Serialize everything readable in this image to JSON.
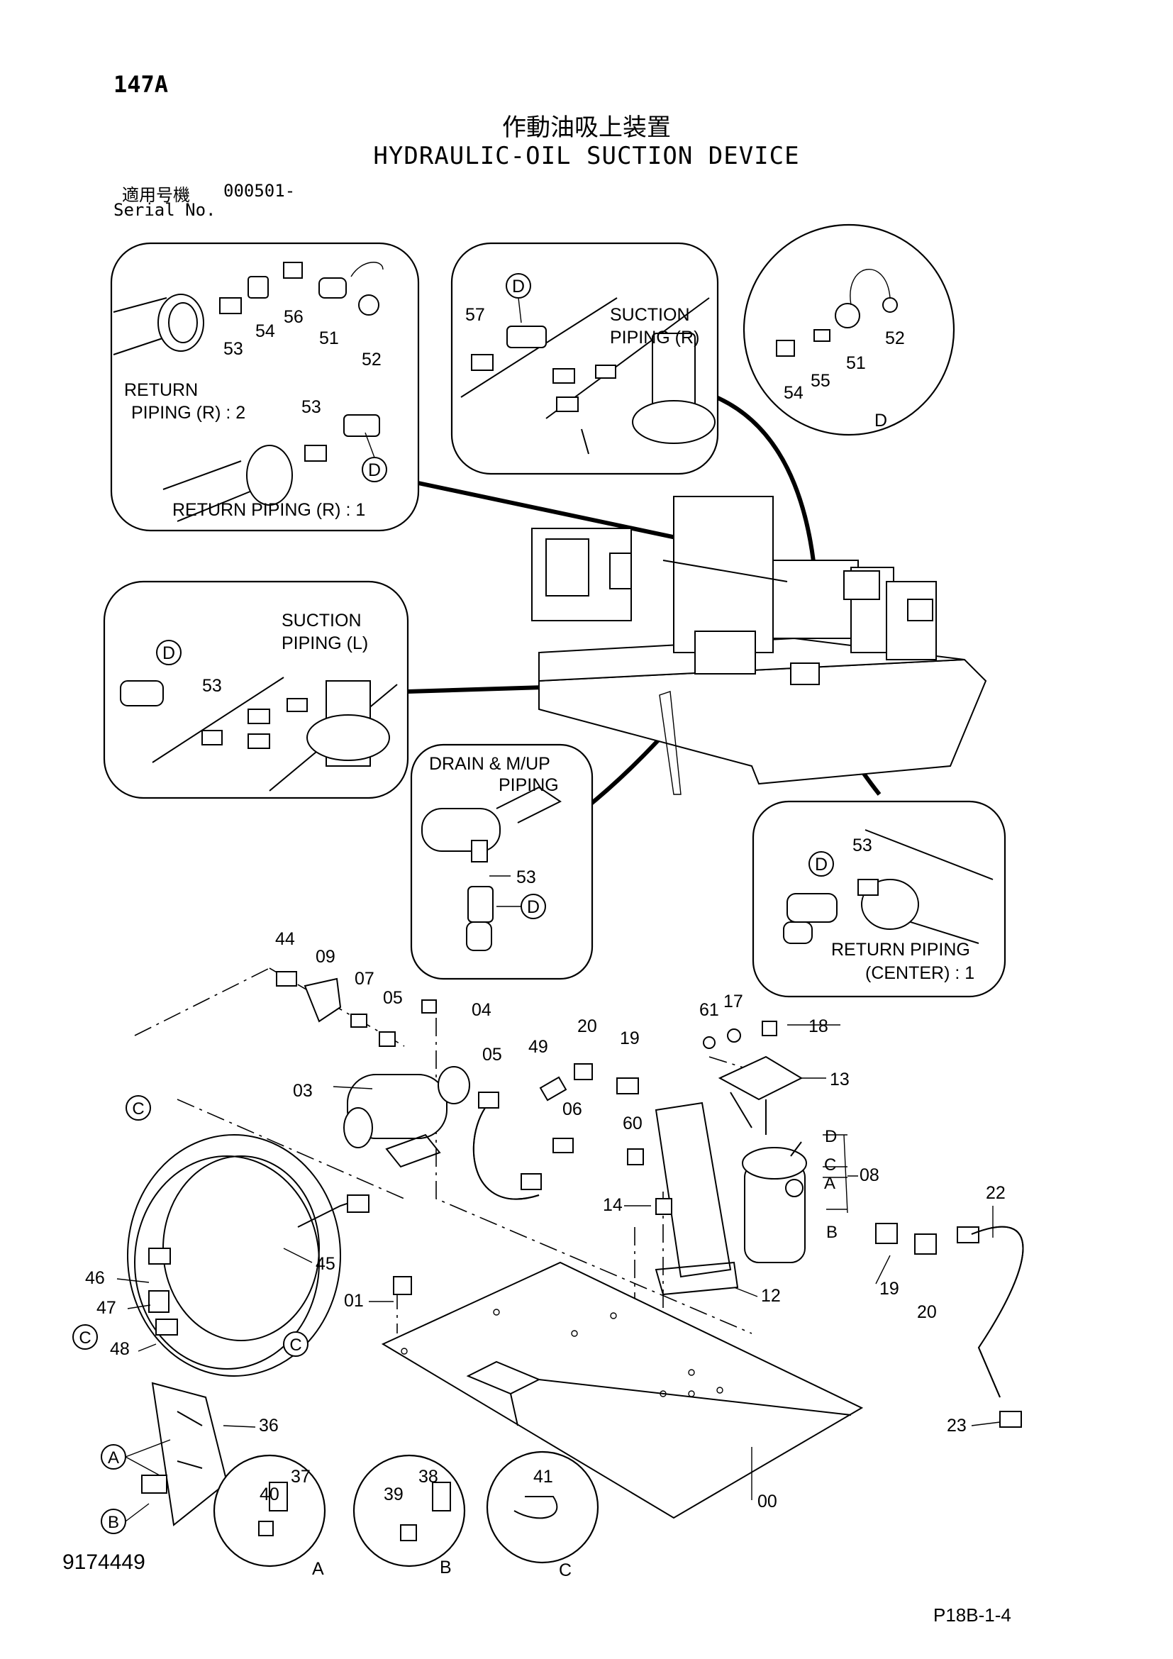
{
  "header": {
    "page_number": "147A",
    "title_jp": "作動油吸上装置",
    "title_en": "HYDRAULIC-OIL SUCTION DEVICE",
    "serial_label_jp": "適用号機",
    "serial_label_en": "Serial No.",
    "serial_value": "000501-"
  },
  "footer": {
    "doc_number": "9174449",
    "sheet_ref": "P18B-1-4"
  },
  "details": {
    "return_r": {
      "label_return_piping_r2_line1": "RETURN",
      "label_return_piping_r2_line2": "PIPING (R) : 2",
      "label_return_piping_r1": "RETURN PIPING (R) : 1",
      "callouts": [
        "53",
        "54",
        "56",
        "51",
        "52",
        "53",
        "D"
      ]
    },
    "suction_r": {
      "label_line1": "SUCTION",
      "label_line2": "PIPING (R)",
      "callouts": [
        "57",
        "D"
      ]
    },
    "detail_d": {
      "callouts": [
        "54",
        "55",
        "51",
        "52"
      ],
      "view_label": "D"
    },
    "suction_l": {
      "label_line1": "SUCTION",
      "label_line2": "PIPING (L)",
      "callouts": [
        "53",
        "D"
      ]
    },
    "drain": {
      "label_line1": "DRAIN & M/UP",
      "label_line2": "PIPING",
      "callouts": [
        "53",
        "D"
      ]
    },
    "return_center": {
      "label_line1": "RETURN PIPING",
      "label_line2": "(CENTER) : 1",
      "callouts": [
        "53",
        "D"
      ]
    },
    "view_a": {
      "callouts": [
        "40",
        "37"
      ],
      "view_label": "A"
    },
    "view_b": {
      "callouts": [
        "39",
        "38"
      ],
      "view_label": "B"
    },
    "view_c": {
      "callouts": [
        "41"
      ],
      "view_label": "C"
    }
  },
  "main_callouts": [
    "44",
    "09",
    "07",
    "05",
    "04",
    "03",
    "05",
    "49",
    "20",
    "19",
    "06",
    "60",
    "61",
    "17",
    "18",
    "13",
    "08",
    "14",
    "12",
    "19",
    "20",
    "22",
    "23",
    "01",
    "00",
    "45",
    "46",
    "47",
    "48",
    "36"
  ],
  "ref_letters": [
    "A",
    "B",
    "C",
    "D"
  ]
}
